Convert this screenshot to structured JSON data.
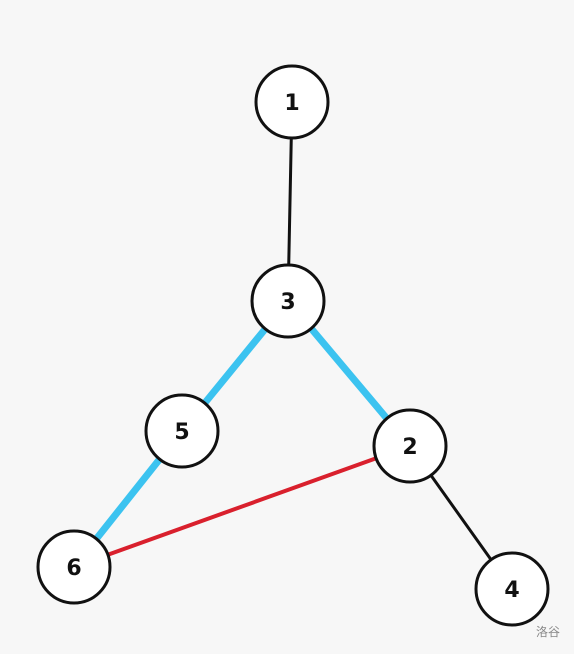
{
  "graph": {
    "nodes": [
      {
        "id": "1",
        "label": "1"
      },
      {
        "id": "3",
        "label": "3"
      },
      {
        "id": "5",
        "label": "5"
      },
      {
        "id": "2",
        "label": "2"
      },
      {
        "id": "6",
        "label": "6"
      },
      {
        "id": "4",
        "label": "4"
      }
    ],
    "edges": [
      {
        "from": "1",
        "to": "3",
        "color": "#111111",
        "style": "plain"
      },
      {
        "from": "3",
        "to": "5",
        "color": "#3cc3f0",
        "style": "highlight-blue"
      },
      {
        "from": "3",
        "to": "2",
        "color": "#3cc3f0",
        "style": "highlight-blue"
      },
      {
        "from": "5",
        "to": "6",
        "color": "#3cc3f0",
        "style": "highlight-blue"
      },
      {
        "from": "2",
        "to": "6",
        "color": "#d9202d",
        "style": "highlight-red"
      },
      {
        "from": "2",
        "to": "4",
        "color": "#111111",
        "style": "plain"
      }
    ]
  },
  "colors": {
    "background": "#f7f7f7",
    "node_fill": "#ffffff",
    "node_stroke": "#111111",
    "label": "#111111",
    "watermark": "#888888"
  },
  "watermark": "洛谷"
}
